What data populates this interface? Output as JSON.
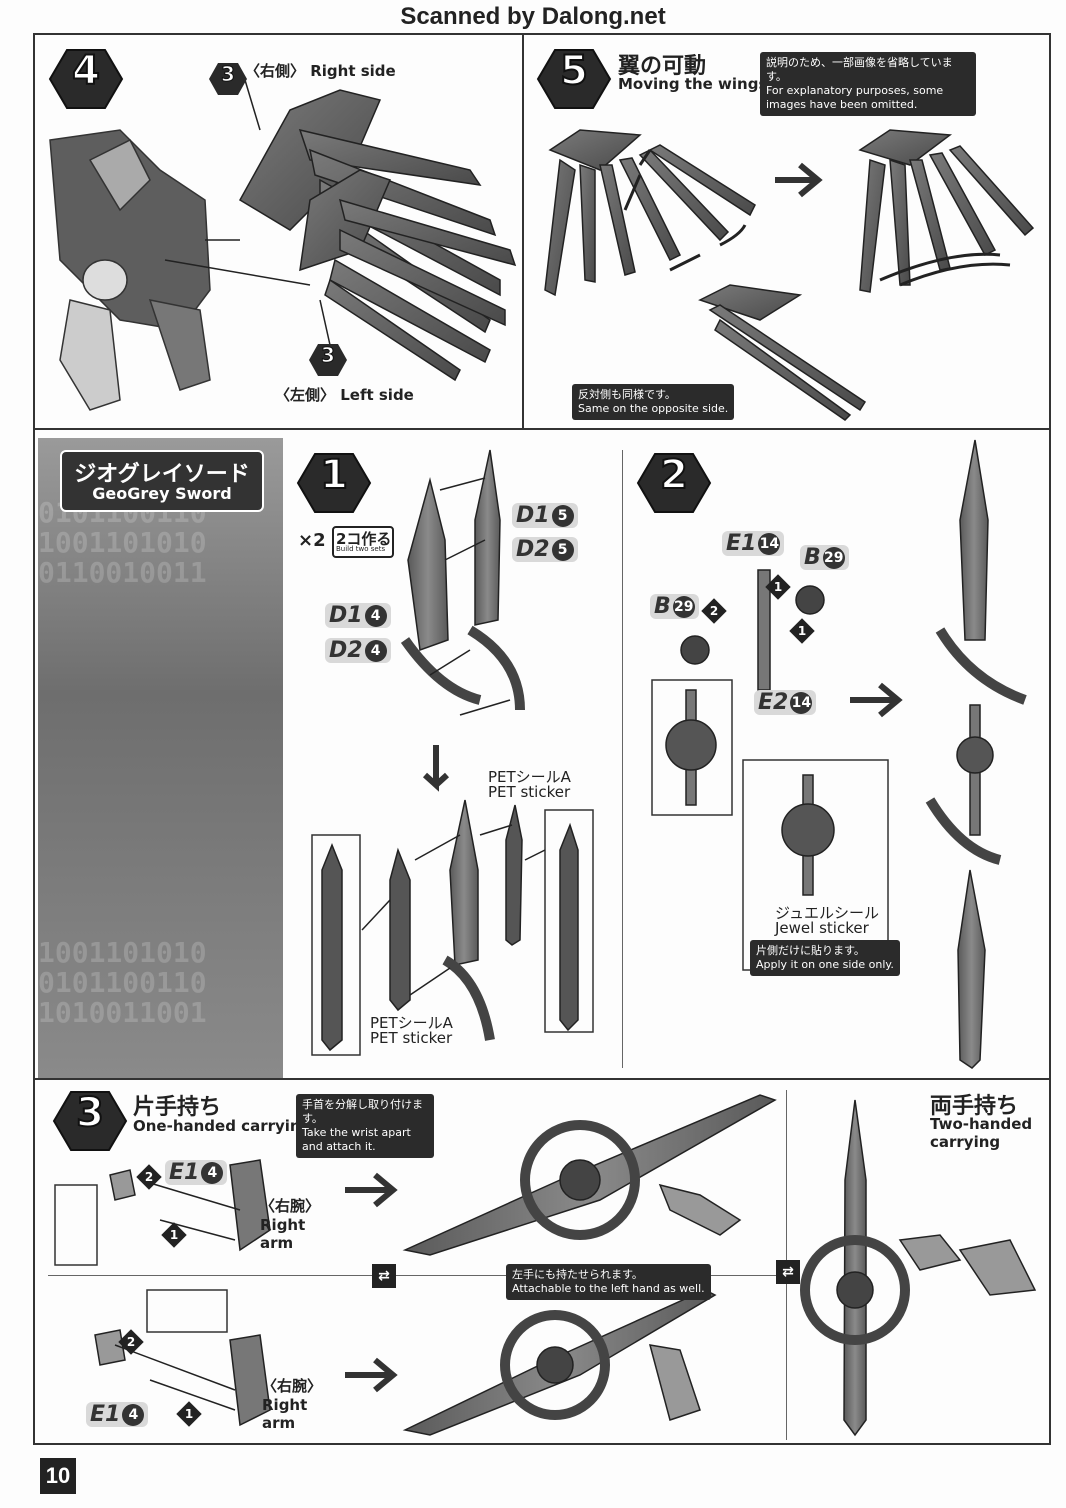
{
  "header": {
    "scanned_by": "Scanned by Dalong.net"
  },
  "step4": {
    "number": "4",
    "badge_top": "3",
    "right_side_label": "〈右側〉 Right side",
    "badge_bottom": "3",
    "left_side_label": "〈左側〉 Left side"
  },
  "step5": {
    "number": "5",
    "title_jp": "翼の可動",
    "title_en": "Moving the wings",
    "note_jp": "説明のため、一部画像を省略しています。",
    "note_en": "For explanatory purposes, some images have been omitted.",
    "opposite_jp": "反対側も同様です。",
    "opposite_en": "Same on the opposite side."
  },
  "sword_panel": {
    "title_jp": "ジオグレイソード",
    "title_en": "GeoGrey Sword"
  },
  "step1": {
    "number": "1",
    "multiplier": "×2",
    "build_jp": "2コ作る",
    "build_en": "Build two sets",
    "parts": {
      "d15": "D1",
      "d15_n": "5",
      "d25": "D2",
      "d25_n": "5",
      "d14": "D1",
      "d14_n": "4",
      "d24": "D2",
      "d24_n": "4"
    },
    "pet_top_jp": "PETシールA",
    "pet_top_en": "PET sticker",
    "pet_bottom_jp": "PETシールA",
    "pet_bottom_en": "PET sticker"
  },
  "step2": {
    "number": "2",
    "parts": {
      "e114": "E1",
      "e114_n": "14",
      "b29a": "B",
      "b29a_n": "29",
      "b29b": "B",
      "b29b_n": "29",
      "e214": "E2",
      "e214_n": "14"
    },
    "order1": "1",
    "order2": "2",
    "jewel_jp": "ジュエルシール",
    "jewel_en": "Jewel sticker",
    "apply_jp": "片側だけに貼ります。",
    "apply_en": "Apply it on one side only."
  },
  "step3": {
    "number": "3",
    "one_hand_jp": "片手持ち",
    "one_hand_en": "One-handed carrying",
    "wrist_note_jp": "手首を分解し取り付けます。",
    "wrist_note_en": "Take the wrist apart and attach it.",
    "e14_top": "E1",
    "e14_top_n": "4",
    "right_arm_top": "〈右腕〉 Right arm",
    "left_note_jp": "左手にも持たせられます。",
    "left_note_en": "Attachable to the left hand as well.",
    "e14_bottom": "E1",
    "e14_bottom_n": "4",
    "right_arm_bottom": "〈右腕〉 Right arm",
    "two_hand_jp": "両手持ち",
    "two_hand_en": "Two-handed carrying"
  },
  "page_number": "10"
}
